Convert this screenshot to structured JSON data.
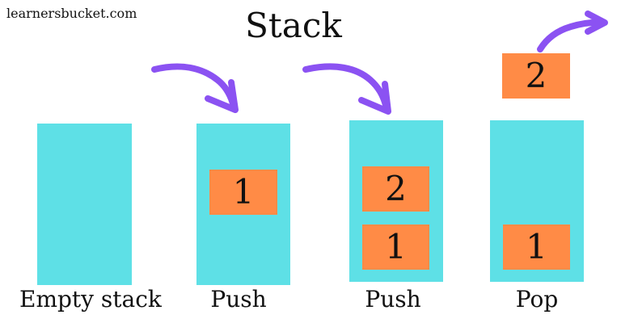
{
  "watermark": "learnersbucket.com",
  "title": "Stack",
  "stacks": [
    {
      "label": "Empty stack",
      "items": []
    },
    {
      "label": "Push",
      "items": [
        "1"
      ]
    },
    {
      "label": "Push",
      "items": [
        "2",
        "1"
      ]
    },
    {
      "label": "Pop",
      "items": [
        "1"
      ],
      "popped_item": "2"
    }
  ],
  "colors": {
    "stack": "#5ee0e6",
    "item": "#ff8b46",
    "arrow": "#8b52f2",
    "text": "#111111",
    "background": "#ffffff"
  },
  "icons": {
    "push_arrow": "curved-push-arrow-icon",
    "pop_arrow": "curved-pop-arrow-icon"
  }
}
